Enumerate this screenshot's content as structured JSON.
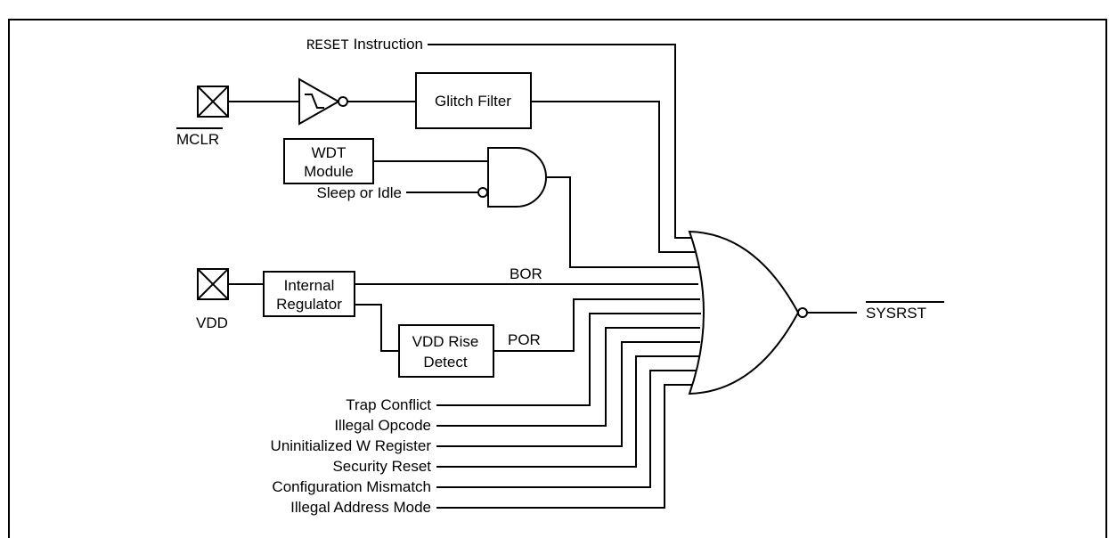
{
  "colors": {
    "line": "#000000",
    "background": "#ffffff"
  },
  "inputs": {
    "reset_instruction": "RESET",
    "reset_instruction_suffix": " Instruction",
    "mclr": "MCLR",
    "vdd": "VDD",
    "sleep_or_idle": "Sleep or Idle"
  },
  "blocks": {
    "glitch_filter": "Glitch Filter",
    "wdt_line1": "WDT",
    "wdt_line2": "Module",
    "regulator_line1": "Internal",
    "regulator_line2": "Regulator",
    "vdd_rise_line1": "VDD Rise",
    "vdd_rise_line2": "Detect"
  },
  "signals": {
    "bor": "BOR",
    "por": "POR",
    "output": "SYSRST"
  },
  "reset_sources": [
    "Trap Conflict",
    "Illegal Opcode",
    "Uninitialized W Register",
    "Security Reset",
    "Configuration Mismatch",
    "Illegal Address Mode"
  ],
  "icons": [
    "pin-x-icon",
    "schmitt-buffer-icon",
    "and-gate-icon",
    "nor-gate-icon"
  ]
}
